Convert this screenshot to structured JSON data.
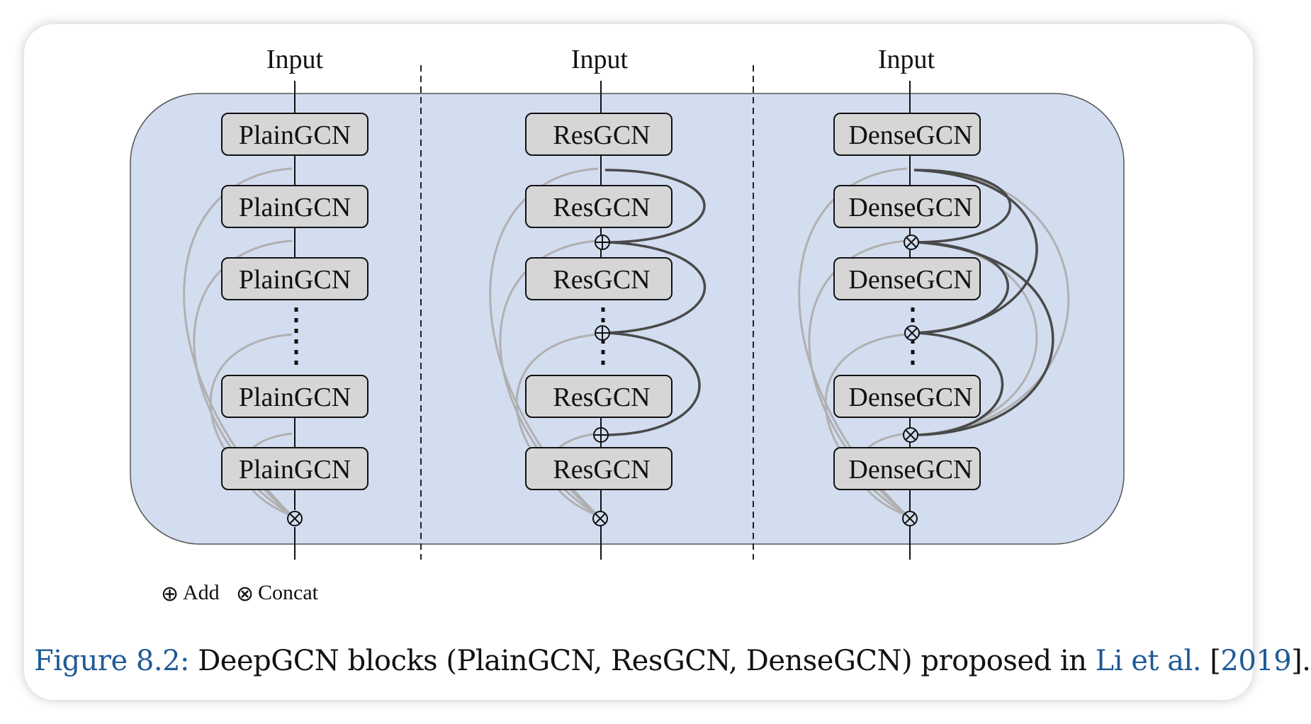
{
  "columns": [
    {
      "input_label": "Input",
      "blocks": [
        "PlainGCN",
        "PlainGCN",
        "PlainGCN",
        "PlainGCN",
        "PlainGCN"
      ],
      "type": "plain"
    },
    {
      "input_label": "Input",
      "blocks": [
        "ResGCN",
        "ResGCN",
        "ResGCN",
        "ResGCN",
        "ResGCN"
      ],
      "type": "res"
    },
    {
      "input_label": "Input",
      "blocks": [
        "DenseGCN",
        "DenseGCN",
        "DenseGCN",
        "DenseGCN",
        "DenseGCN"
      ],
      "type": "dense"
    }
  ],
  "legend": {
    "add_symbol": "⊕",
    "add_label": "Add",
    "concat_symbol": "⊗",
    "concat_label": "Concat"
  },
  "caption": {
    "prefix": "Figure 8.2:",
    "text": " DeepGCN blocks (PlainGCN, ResGCN, DenseGCN) proposed in ",
    "ref_authors": "Li et al.",
    "ref_open": " [",
    "ref_year": "2019",
    "ref_close": "]."
  },
  "colors": {
    "panel": "#d3ddf0",
    "block_fill": "#d6d6d6",
    "light_skip": "#b0b0b0",
    "dark_skip": "#4a4a4a",
    "link": "#1f5a96"
  }
}
